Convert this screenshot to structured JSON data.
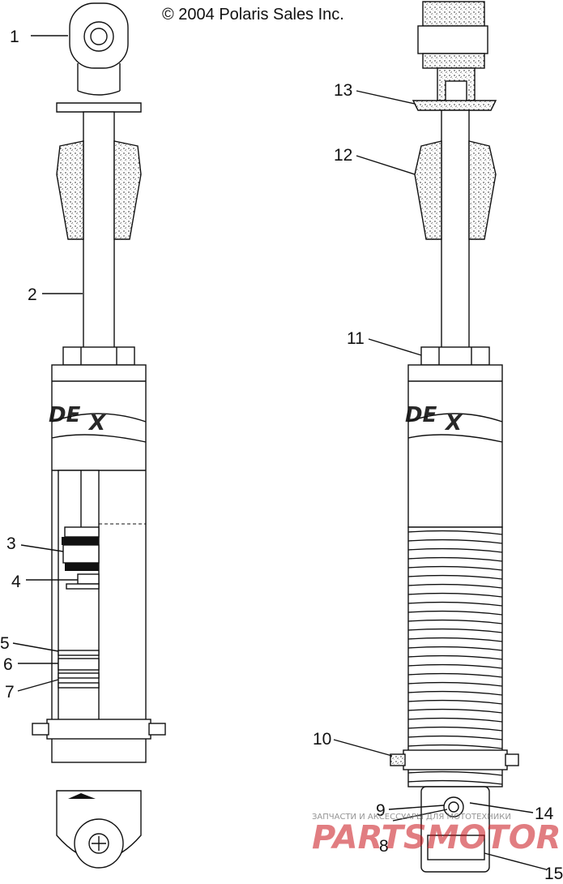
{
  "copyright": "© 2004 Polaris Sales Inc.",
  "watermark": {
    "small": "ЗАПЧАСТИ И АКСЕССУАРЫ ДЛЯ МОТОТЕХНИКИ",
    "big": "PARTSMOTOR.RU"
  },
  "callouts": [
    {
      "id": "1",
      "label": "1"
    },
    {
      "id": "2",
      "label": "2"
    },
    {
      "id": "3",
      "label": "3"
    },
    {
      "id": "4",
      "label": "4"
    },
    {
      "id": "5",
      "label": "5"
    },
    {
      "id": "6",
      "label": "6"
    },
    {
      "id": "7",
      "label": "7"
    },
    {
      "id": "8",
      "label": "8"
    },
    {
      "id": "9",
      "label": "9"
    },
    {
      "id": "10",
      "label": "10"
    },
    {
      "id": "11",
      "label": "11"
    },
    {
      "id": "12",
      "label": "12"
    },
    {
      "id": "13",
      "label": "13"
    },
    {
      "id": "14",
      "label": "14"
    },
    {
      "id": "15",
      "label": "15"
    }
  ]
}
